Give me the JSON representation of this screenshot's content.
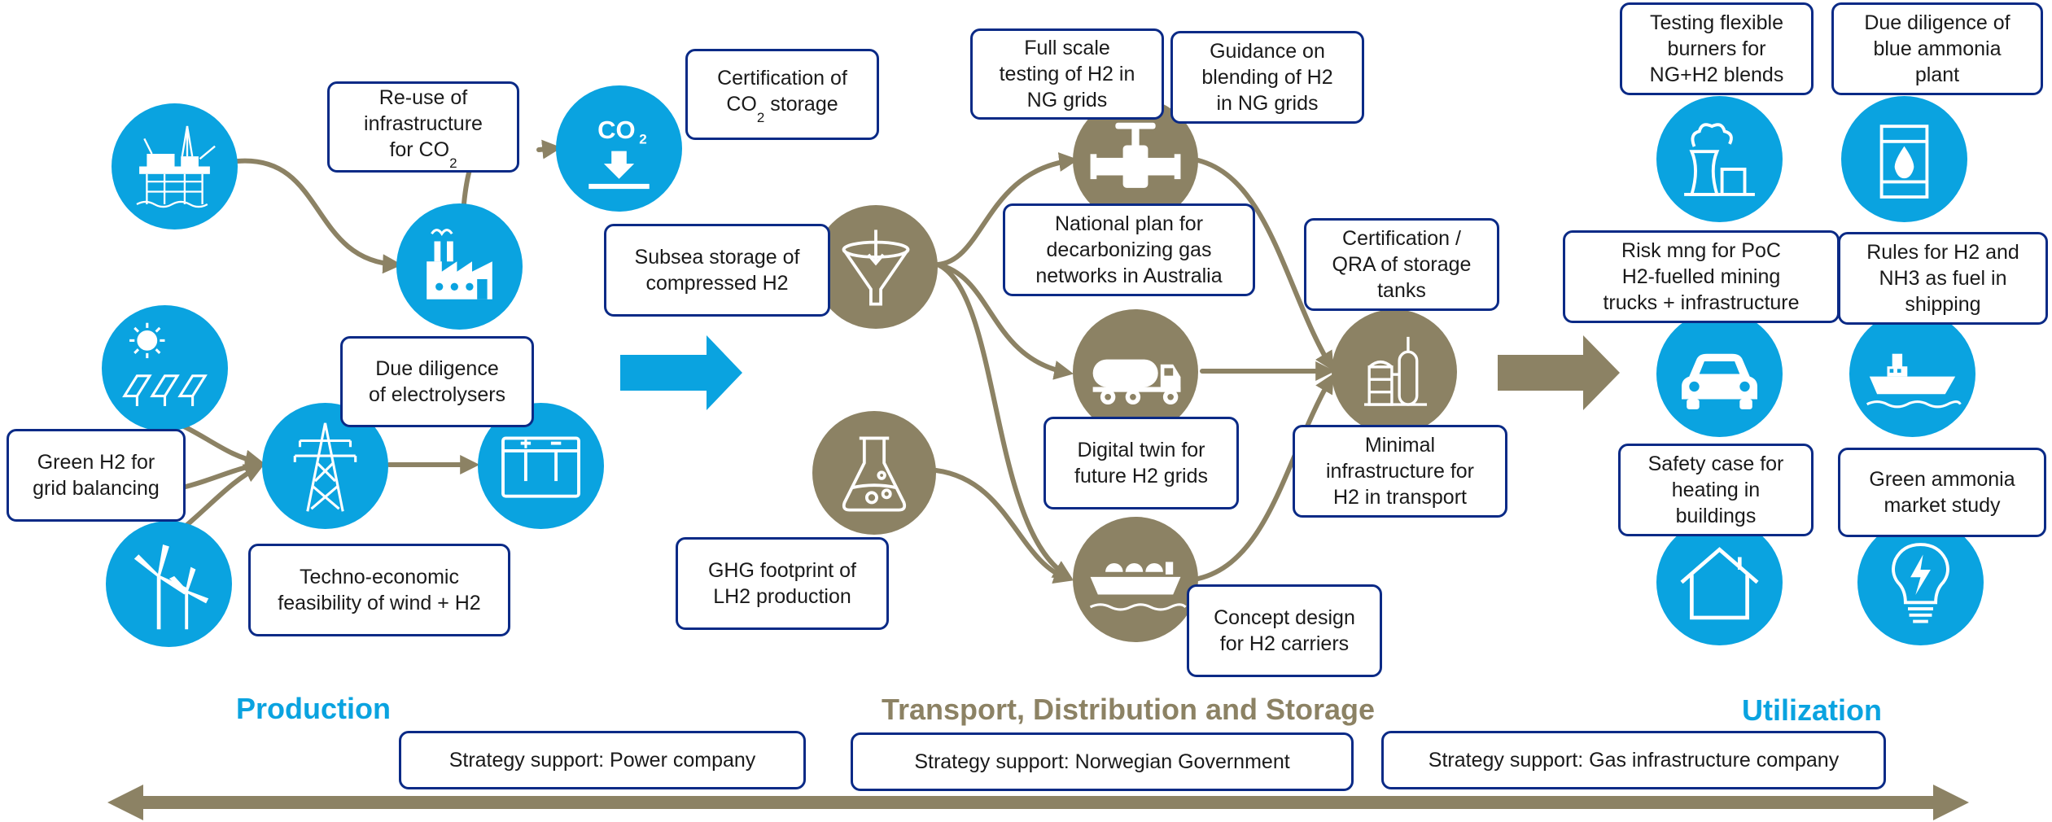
{
  "colors": {
    "production": "#0aa3e0",
    "transport": "#8c8264",
    "box_border": "#0a2a86",
    "text": "#1a1a1a"
  },
  "icons": {
    "offshore": "offshore-platform-icon",
    "factory": "factory-icon",
    "co2_storage": "co2-storage-icon",
    "solar": "solar-panel-icon",
    "pylon": "power-pylon-icon",
    "electrolyser": "electrolyser-icon",
    "wind": "wind-turbine-icon",
    "funnel": "funnel-storage-icon",
    "flask": "chemistry-flask-icon",
    "valve": "pipeline-valve-icon",
    "truck": "tanker-truck-icon",
    "ship": "lng-carrier-ship-icon",
    "tank": "storage-tank-plant-icon",
    "power_plant": "power-plant-icon",
    "barrel": "oil-barrel-icon",
    "car": "car-icon",
    "vessel": "vessel-icon",
    "house": "house-icon",
    "bulb": "light-bulb-icon"
  },
  "boxes": {
    "reuse": {
      "before": "Re-use of\ninfrastructure\nfor CO",
      "sub": "2"
    },
    "cert_co2": {
      "before": "Certification of\nCO",
      "sub": "2",
      "after": " storage"
    },
    "dd_electrolysers": "Due diligence\nof electrolysers",
    "green_h2": "Green H2 for\ngrid balancing",
    "techno": "Techno-economic\nfeasibility of wind + H2",
    "subsea": "Subsea storage of\ncompressed H2",
    "ghg": "GHG footprint of\nLH2 production",
    "full_scale": "Full scale\ntesting of H2 in\nNG grids",
    "guidance": "Guidance on\nblending of H2\nin NG grids",
    "national_plan": "National plan for\ndecarbonizing gas\nnetworks in Australia",
    "digital_twin": "Digital twin for\nfuture H2 grids",
    "concept": "Concept design\nfor H2 carriers",
    "cert_qra": "Certification /\nQRA of storage\ntanks",
    "minimal": "Minimal\ninfrastructure for\nH2 in transport",
    "flex_burners": "Testing flexible\nburners for\nNG+H2 blends",
    "dd_ammonia": "Due diligence of\nblue ammonia\nplant",
    "risk_mng": "Risk mng for PoC\nH2-fuelled mining\ntrucks + infrastructure",
    "rules": "Rules for H2 and\nNH3 as fuel in\nshipping",
    "safety": "Safety case for\nheating in\nbuildings",
    "green_ammonia": "Green ammonia\nmarket study"
  },
  "co2_icon": {
    "text": "CO",
    "sub": "2"
  },
  "stages": {
    "production": "Production",
    "transport": "Transport, Distribution and Storage",
    "utilization": "Utilization"
  },
  "strategy": {
    "power": "Strategy support: Power company",
    "government": "Strategy support: Norwegian Government",
    "gas": "Strategy support: Gas infrastructure company"
  }
}
